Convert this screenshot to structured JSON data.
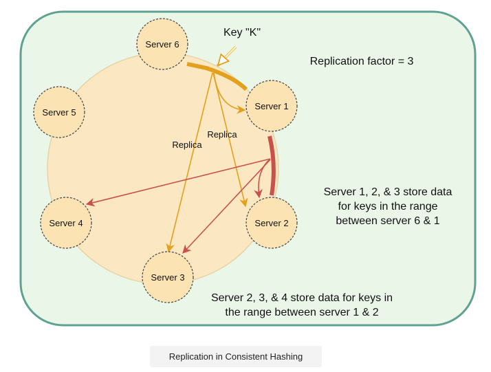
{
  "diagram": {
    "key_label": "Key \"K\"",
    "replication_label": "Replication factor = 3",
    "replica_label_1": "Replica",
    "replica_label_2": "Replica",
    "note_range_1": {
      "line1": "Server 1, 2, & 3 store data",
      "line2": "for keys in the range",
      "line3": "between server 6 & 1"
    },
    "note_range_2": {
      "line1": "Server 2, 3, & 4 store data for keys in",
      "line2": "the range between server 1 & 2"
    },
    "servers": {
      "s1": "Server 1",
      "s2": "Server 2",
      "s3": "Server 3",
      "s4": "Server 4",
      "s5": "Server 5",
      "s6": "Server 6"
    },
    "colors": {
      "panel_fill": "#eaf6e8",
      "panel_stroke": "#5fa292",
      "ring_fill": "#fbe7c2",
      "ring_stroke": "#e8d3a3",
      "node_fill": "#fbe3b3",
      "orange": "#e3a01d",
      "red": "#c8514f"
    }
  },
  "caption": "Replication in Consistent Hashing"
}
